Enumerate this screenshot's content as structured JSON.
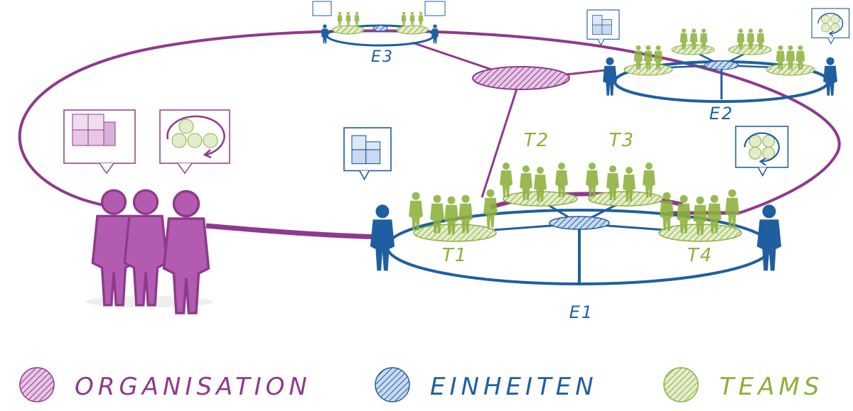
{
  "colors": {
    "organisation": "#8e3a8c",
    "einheiten": "#1f5fa0",
    "teams": "#8db03b"
  },
  "units": {
    "e1": "E1",
    "e2": "E2",
    "e3": "E3"
  },
  "teams": {
    "t1": "T1",
    "t2": "T2",
    "t3": "T3",
    "t4": "T4"
  },
  "legend": {
    "organisation": "ORGANISATION",
    "einheiten": "EINHEITEN",
    "teams": "TEAMS"
  },
  "icons": [
    "cube-icon",
    "team-cycle-icon",
    "person-icon"
  ]
}
